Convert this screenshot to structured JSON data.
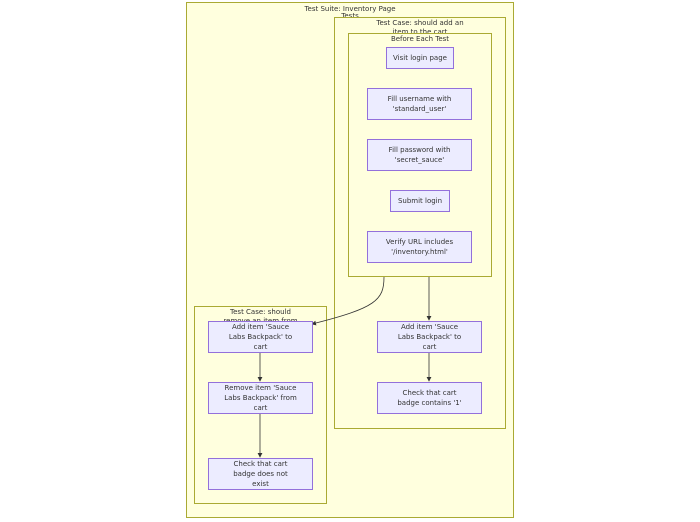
{
  "suite": {
    "title": "Test Suite: Inventory Page",
    "tests_label": "Tests"
  },
  "case_add": {
    "title": "Test Case: should add an item to the cart",
    "before_each": {
      "title": "Before Each Test",
      "steps": [
        "Visit login page",
        "Fill username with 'standard_user'",
        "Fill password with 'secret_sauce'",
        "Submit login",
        "Verify URL includes '/inventory.html'"
      ]
    },
    "steps": [
      "Add item 'Sauce Labs Backpack' to cart",
      "Check that cart badge contains '1'"
    ]
  },
  "case_remove": {
    "title": "Test Case: should remove an item from the cart",
    "steps": [
      "Add item 'Sauce Labs Backpack' to cart",
      "Remove item 'Sauce Labs Backpack' from cart",
      "Check that cart badge does not exist"
    ]
  },
  "colors": {
    "cluster_fill": "#ffffde",
    "cluster_border": "#aaaa33",
    "node_fill": "#ececff",
    "node_border": "#9370db",
    "edge": "#333333"
  }
}
